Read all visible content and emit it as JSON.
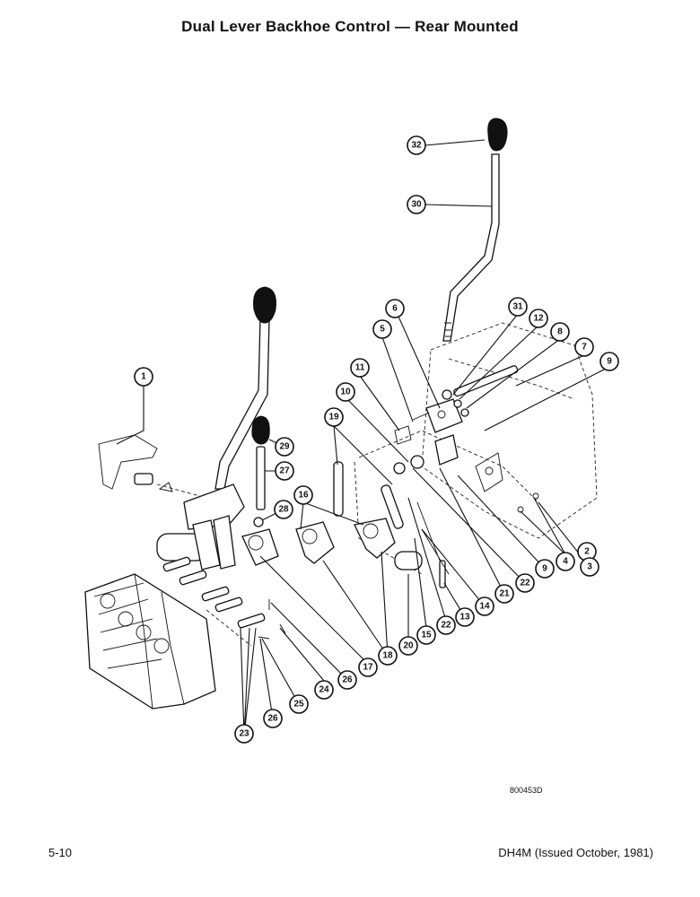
{
  "header": {
    "title": "Dual Lever Backhoe Control — Rear Mounted"
  },
  "footer": {
    "page_number": "5-10",
    "publication": "DH4M (Issued October, 1981)"
  },
  "figure": {
    "code": "800453D"
  },
  "callouts": {
    "c1": "1",
    "c2": "2",
    "c3": "3",
    "c4": "4",
    "c5": "5",
    "c6": "6",
    "c7": "7",
    "c8": "8",
    "c9a": "9",
    "c9b": "9",
    "c10": "10",
    "c11": "11",
    "c12": "12",
    "c13": "13",
    "c14": "14",
    "c15": "15",
    "c16": "16",
    "c17": "17",
    "c18": "18",
    "c19": "19",
    "c20": "20",
    "c21": "21",
    "c22a": "22",
    "c22b": "22",
    "c23": "23",
    "c24": "24",
    "c25": "25",
    "c26a": "26",
    "c26b": "26",
    "c27": "27",
    "c28": "28",
    "c29": "29",
    "c30": "30",
    "c31": "31",
    "c32": "32"
  }
}
